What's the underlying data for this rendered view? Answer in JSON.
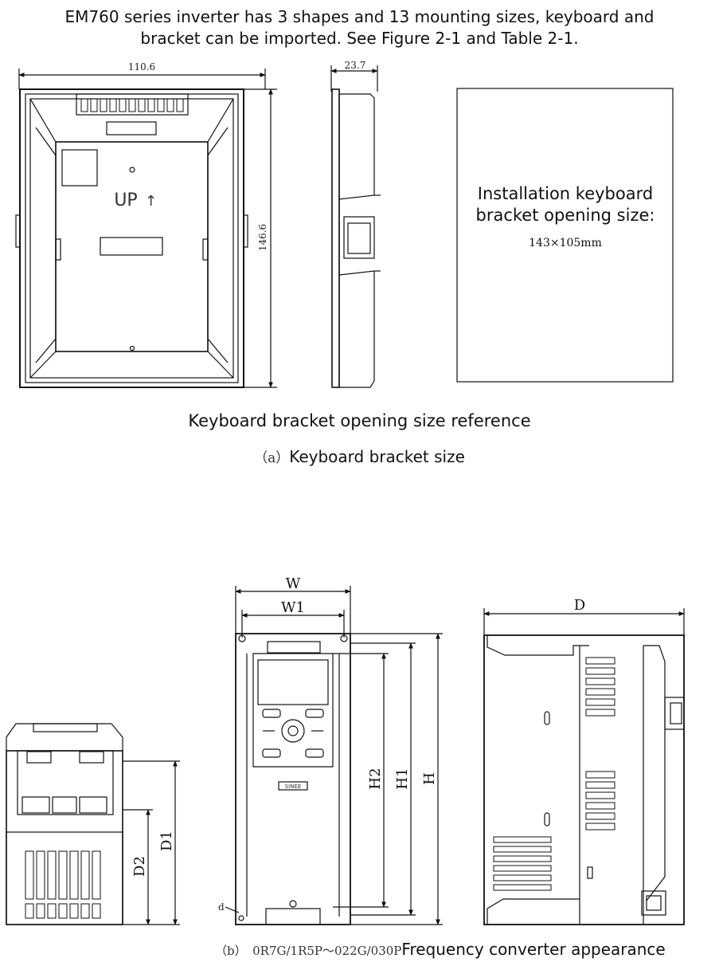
{
  "intro": {
    "line1": "EM760 series inverter has 3 shapes and 13 mounting sizes, keyboard and",
    "line2": "bracket can be imported. See Figure 2-1 and Table 2-1."
  },
  "figure_a": {
    "dim_width": "110.6",
    "dim_height": "146.6",
    "dim_depth": "23.7",
    "panel_label": "UP",
    "box_line1": "Installation keyboard",
    "box_line2": "bracket opening size:",
    "box_size": "143×105mm",
    "caption_main": "Keyboard bracket opening size reference",
    "caption_sub_prefix": "（a）",
    "caption_sub": "Keyboard bracket size"
  },
  "figure_b": {
    "labels": {
      "W": "W",
      "W1": "W1",
      "H": "H",
      "H1": "H1",
      "H2": "H2",
      "D": "D",
      "D1": "D1",
      "D2": "D2",
      "d": "d"
    },
    "brand": "SINEE",
    "caption_prefix": "（b）　0R7G/1R5P～022G/030P",
    "caption": "Frequency converter appearance"
  }
}
